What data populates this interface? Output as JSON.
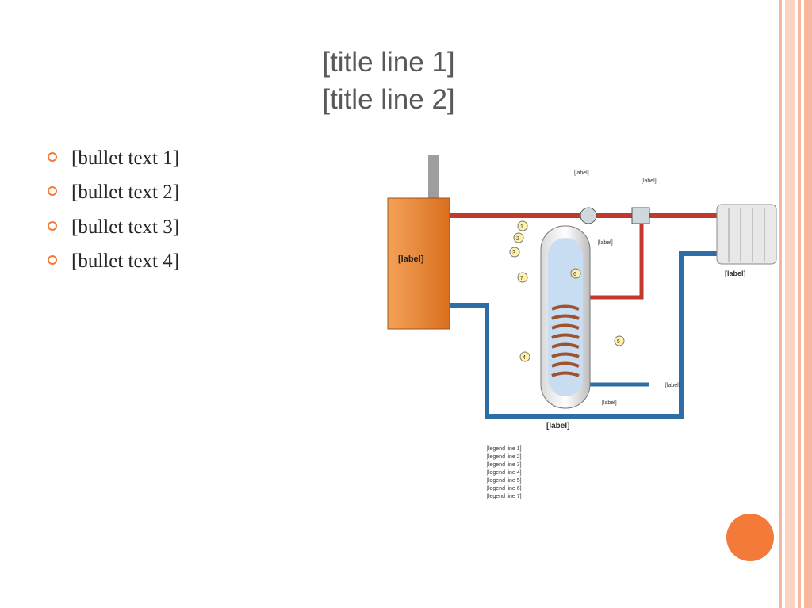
{
  "slide": {
    "title": "[title line 1]",
    "subtitle": "[title line 2]"
  },
  "bullets": [
    "[bullet text 1]",
    "[bullet text 2]",
    "[bullet text 3]",
    "[bullet text 4]"
  ],
  "diagram": {
    "boiler_label": "[label]",
    "pump_label": "[label]",
    "valve_label": "[label]",
    "hot_water_label": "[label]",
    "radiator_label": "[label]",
    "tank_label": "[label]",
    "cold_water_label": "[label]",
    "vent_label": "[label]",
    "legend": [
      "[legend line 1]",
      "[legend line 2]",
      "[legend line 3]",
      "[legend line 4]",
      "[legend line 5]",
      "[legend line 6]",
      "[legend line 7]"
    ],
    "markers": [
      "1",
      "2",
      "3",
      "4",
      "5",
      "6",
      "7"
    ]
  },
  "colors": {
    "accent": "#f47a3a",
    "hot_pipe": "#c0392b",
    "cold_pipe": "#2e6ea6",
    "boiler_body": "#e8822e"
  }
}
